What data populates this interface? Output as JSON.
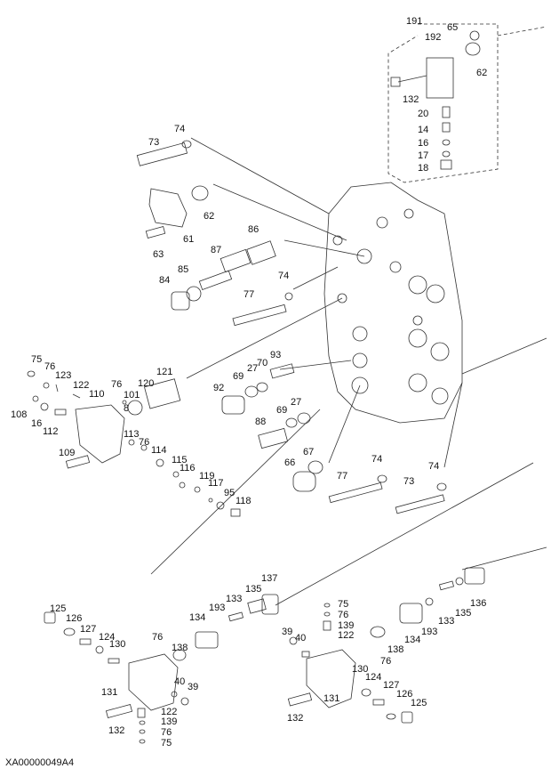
{
  "figure_code": "XA00000049A4",
  "callouts": [
    "191",
    "65",
    "192",
    "62",
    "132",
    "20",
    "14",
    "16",
    "17",
    "18",
    "74",
    "73",
    "62",
    "61",
    "63",
    "86",
    "87",
    "85",
    "84",
    "74",
    "77",
    "75",
    "76",
    "123",
    "122",
    "110",
    "101",
    "76",
    "8",
    "120",
    "121",
    "93",
    "70",
    "27",
    "69",
    "92",
    "108",
    "16",
    "112",
    "109",
    "113",
    "76",
    "114",
    "115",
    "116",
    "119",
    "117",
    "95",
    "118",
    "27",
    "69",
    "88",
    "67",
    "66",
    "74",
    "77",
    "74",
    "73",
    "137",
    "135",
    "193",
    "133",
    "134",
    "138",
    "76",
    "125",
    "126",
    "127",
    "124",
    "130",
    "131",
    "132",
    "122",
    "139",
    "76",
    "75",
    "40",
    "39",
    "40",
    "39",
    "75",
    "76",
    "139",
    "122",
    "136",
    "135",
    "133",
    "193",
    "134",
    "138",
    "76",
    "130",
    "124",
    "127",
    "126",
    "125",
    "131",
    "132"
  ]
}
